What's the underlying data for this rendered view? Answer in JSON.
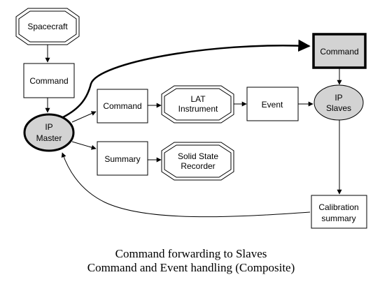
{
  "colors": {
    "ellipse_fill": "#d3d3d3",
    "command_box_fill": "#d3d3d3",
    "stroke": "#000000",
    "background": "#ffffff"
  },
  "nodes": {
    "spacecraft": {
      "label": "Spacecraft",
      "shape": "double-octagon"
    },
    "command_left": {
      "label": "Command",
      "shape": "box"
    },
    "ip_master": {
      "line1": "IP",
      "line2": "Master",
      "shape": "ellipse-bold"
    },
    "command_mid": {
      "label": "Command",
      "shape": "box"
    },
    "summary": {
      "label": "Summary",
      "shape": "box"
    },
    "lat_instrument": {
      "line1": "LAT",
      "line2": "Instrument",
      "shape": "double-octagon"
    },
    "solid_state_recorder": {
      "line1": "Solid State",
      "line2": "Recorder",
      "shape": "double-octagon"
    },
    "event": {
      "label": "Event",
      "shape": "box"
    },
    "command_top_right": {
      "label": "Command",
      "shape": "box-bold-filled"
    },
    "ip_slaves": {
      "line1": "IP",
      "line2": "Slaves",
      "shape": "ellipse"
    },
    "calibration_summary": {
      "line1": "Calibration",
      "line2": "summary",
      "shape": "box"
    }
  },
  "caption": {
    "line1": "Command forwarding to Slaves",
    "line2": "Command and Event handling (Composite)"
  }
}
